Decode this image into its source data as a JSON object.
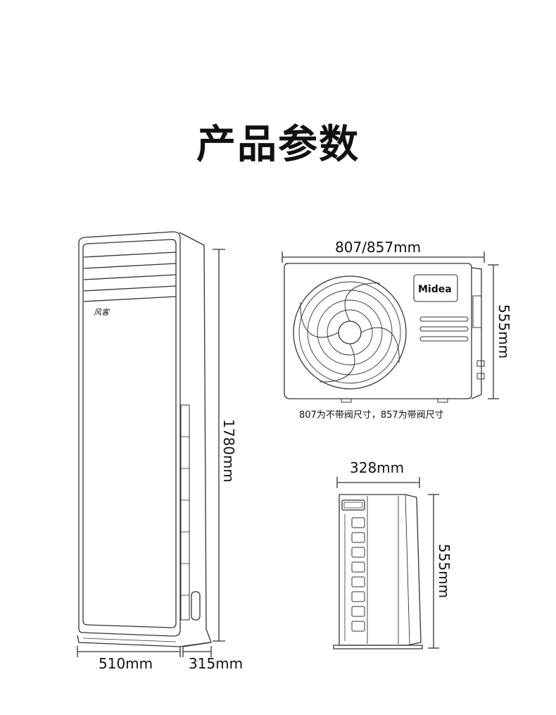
{
  "title": "产品参数",
  "indoor_unit": {
    "height_label": "1780mm",
    "width_label": "510mm",
    "depth_label": "315mm",
    "badge_text": "风客"
  },
  "outdoor_unit_front": {
    "width_label": "807/857mm",
    "height_label": "555mm",
    "brand": "Midea",
    "note": "807为不带阀尺寸，857为带阀尺寸"
  },
  "outdoor_unit_side": {
    "depth_label": "328mm",
    "height_label": "555mm"
  }
}
